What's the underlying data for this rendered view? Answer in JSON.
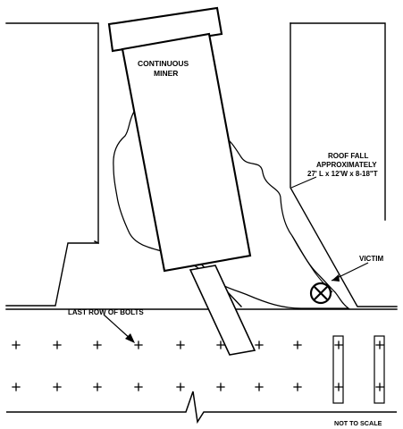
{
  "labels": {
    "miner": "CONTINUOUS MINER",
    "miner_line1": "CONTINUOUS",
    "miner_line2": "MINER",
    "roof_fall_line1": "ROOF FALL",
    "roof_fall_line2": "APPROXIMATELY",
    "roof_fall_line3": "27' L x 12'W x 8-18\"T",
    "victim": "VICTIM",
    "last_row": "LAST ROW OF BOLTS",
    "scale_note": "NOT TO SCALE"
  },
  "icons": {
    "victim_marker": "circled-x-icon",
    "roof_bolt": "plus-icon"
  },
  "colors": {
    "line": "#000000",
    "background": "#ffffff"
  }
}
